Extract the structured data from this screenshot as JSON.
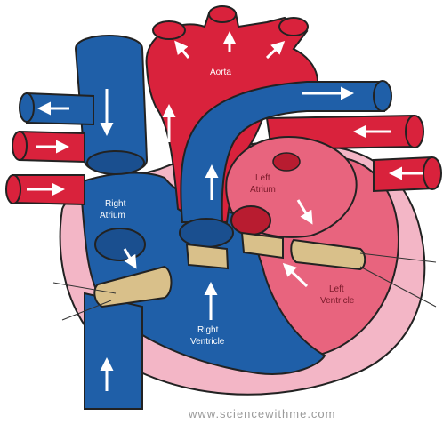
{
  "labels": {
    "aorta": "Aorta",
    "right_atrium_1": "Right",
    "right_atrium_2": "Atrium",
    "left_atrium_1": "Left",
    "left_atrium_2": "Atrium",
    "right_ventricle_1": "Right",
    "right_ventricle_2": "Ventricle",
    "left_ventricle_1": "Left",
    "left_ventricle_2": "Ventricle"
  },
  "watermark": "www.sciencewithme.com",
  "colors": {
    "oxygen_poor_blue": "#1f5fa8",
    "oxygen_rich_red": "#d9223c",
    "heart_pink": "#f3b6c6",
    "chamber_pink": "#e8647e",
    "valve_tan": "#d9c08a",
    "outline": "#222222"
  }
}
